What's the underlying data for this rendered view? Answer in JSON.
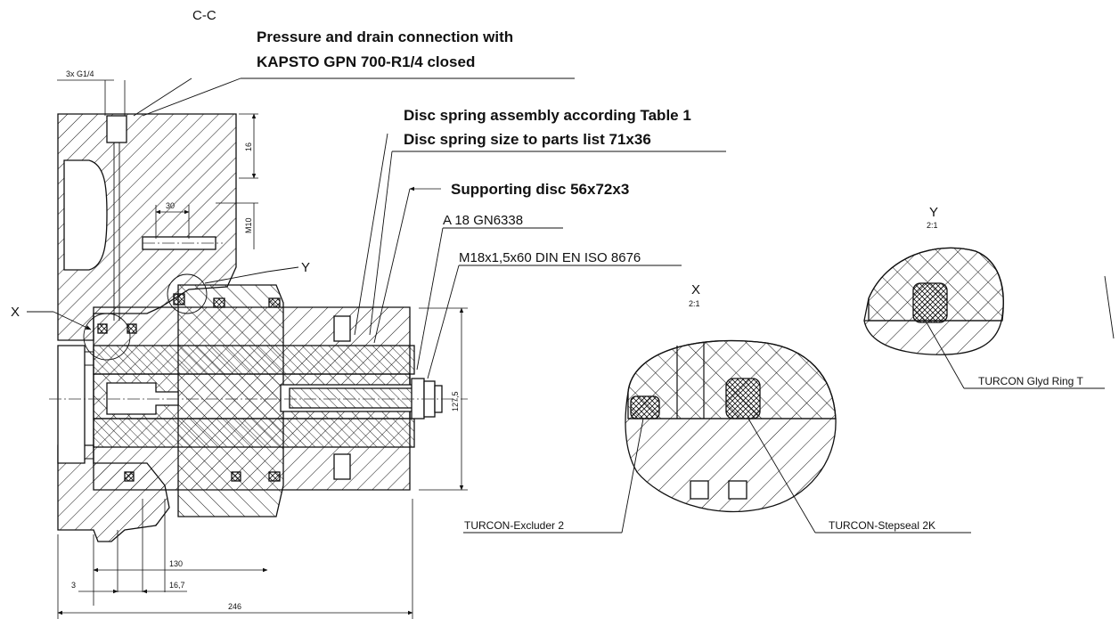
{
  "section_label": "C-C",
  "callouts": {
    "pressure_line1": "Pressure and drain connection with",
    "pressure_line2": "KAPSTO GPN 700-R1/4 closed",
    "disc_line1": "Disc spring assembly according Table 1",
    "disc_line2": "Disc spring size to parts list 71x36",
    "supporting_disc": "Supporting disc 56x72x3",
    "pin": "A 18 GN6338",
    "screw": "M18x1,5x60 DIN EN ISO 8676"
  },
  "view_markers": {
    "x": "X",
    "y": "Y"
  },
  "details": {
    "x": {
      "name": "X",
      "scale": "2:1",
      "label_left": "TURCON-Excluder 2",
      "label_right": "TURCON-Stepseal 2K"
    },
    "y": {
      "name": "Y",
      "scale": "2:1",
      "label": "TURCON Glyd Ring T"
    }
  },
  "dimensions": {
    "thread": "3x G1/4",
    "d16": "16",
    "d30": "30",
    "m10": "M10",
    "d127_5": "127,5",
    "d3": "3",
    "d16_7": "16,7",
    "d130": "130",
    "d246": "246"
  }
}
